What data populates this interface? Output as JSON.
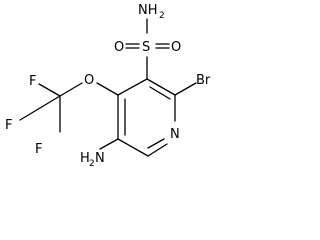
{
  "molecule": {
    "atoms": {
      "sulfonamide_nitrogen": "NH",
      "sulfonamide_nitrogen_subscript": "2",
      "sulfur": "S",
      "sulfonyl_oxygen_left": "O",
      "sulfonyl_oxygen_right": "O",
      "ether_oxygen": "O",
      "bromine": "Br",
      "ring_nitrogen": "N",
      "amino_nitrogen": "H",
      "amino_nitrogen_tail": "N",
      "amino_subscript": "2",
      "fluorine_top": "F",
      "fluorine_left": "F",
      "fluorine_bottom": "F"
    }
  }
}
